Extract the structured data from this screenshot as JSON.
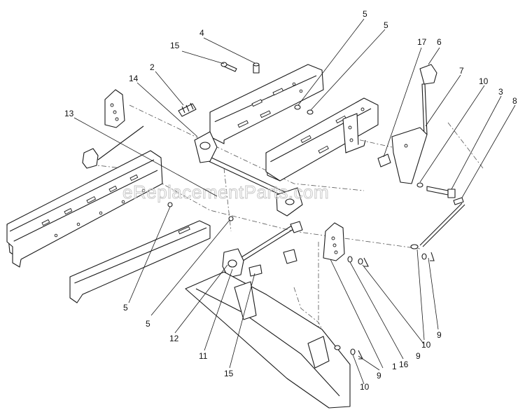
{
  "watermark": "eReplacementParts.com",
  "callouts": {
    "c4": "4",
    "c15_top": "15",
    "c2": "2",
    "c14": "14",
    "c13": "13",
    "c5_tr1": "5",
    "c5_tr2": "5",
    "c17": "17",
    "c6": "6",
    "c7": "7",
    "c10_r": "10",
    "c3": "3",
    "c8": "8",
    "c5_bl": "5",
    "c5_bc": "5",
    "c12": "12",
    "c11": "11",
    "c15_b": "15",
    "c1": "1",
    "c16": "16",
    "c9_a": "9",
    "c9_b": "9",
    "c9_c": "9",
    "c10_b": "10",
    "c10_bb": "10"
  }
}
